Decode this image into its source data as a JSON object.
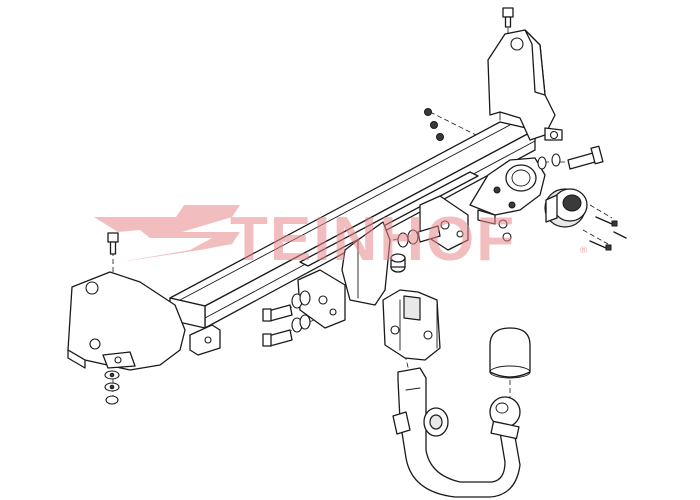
{
  "brand": {
    "logo_text": "STEINHOF",
    "registered_mark": "®",
    "watermark_color": "#e8868a"
  },
  "drawing": {
    "line_color": "#1a1a1a",
    "background": "#ffffff",
    "parts": [
      "crossbar-tube",
      "left-mounting-bracket",
      "right-mounting-bracket",
      "center-mounting-plate",
      "tow-ball-socket-housing",
      "socket-holder-plate",
      "electrical-socket",
      "detachable-tow-ball-arm",
      "tow-ball-cap",
      "bolts",
      "nuts",
      "washers",
      "spacer-sleeves"
    ]
  }
}
